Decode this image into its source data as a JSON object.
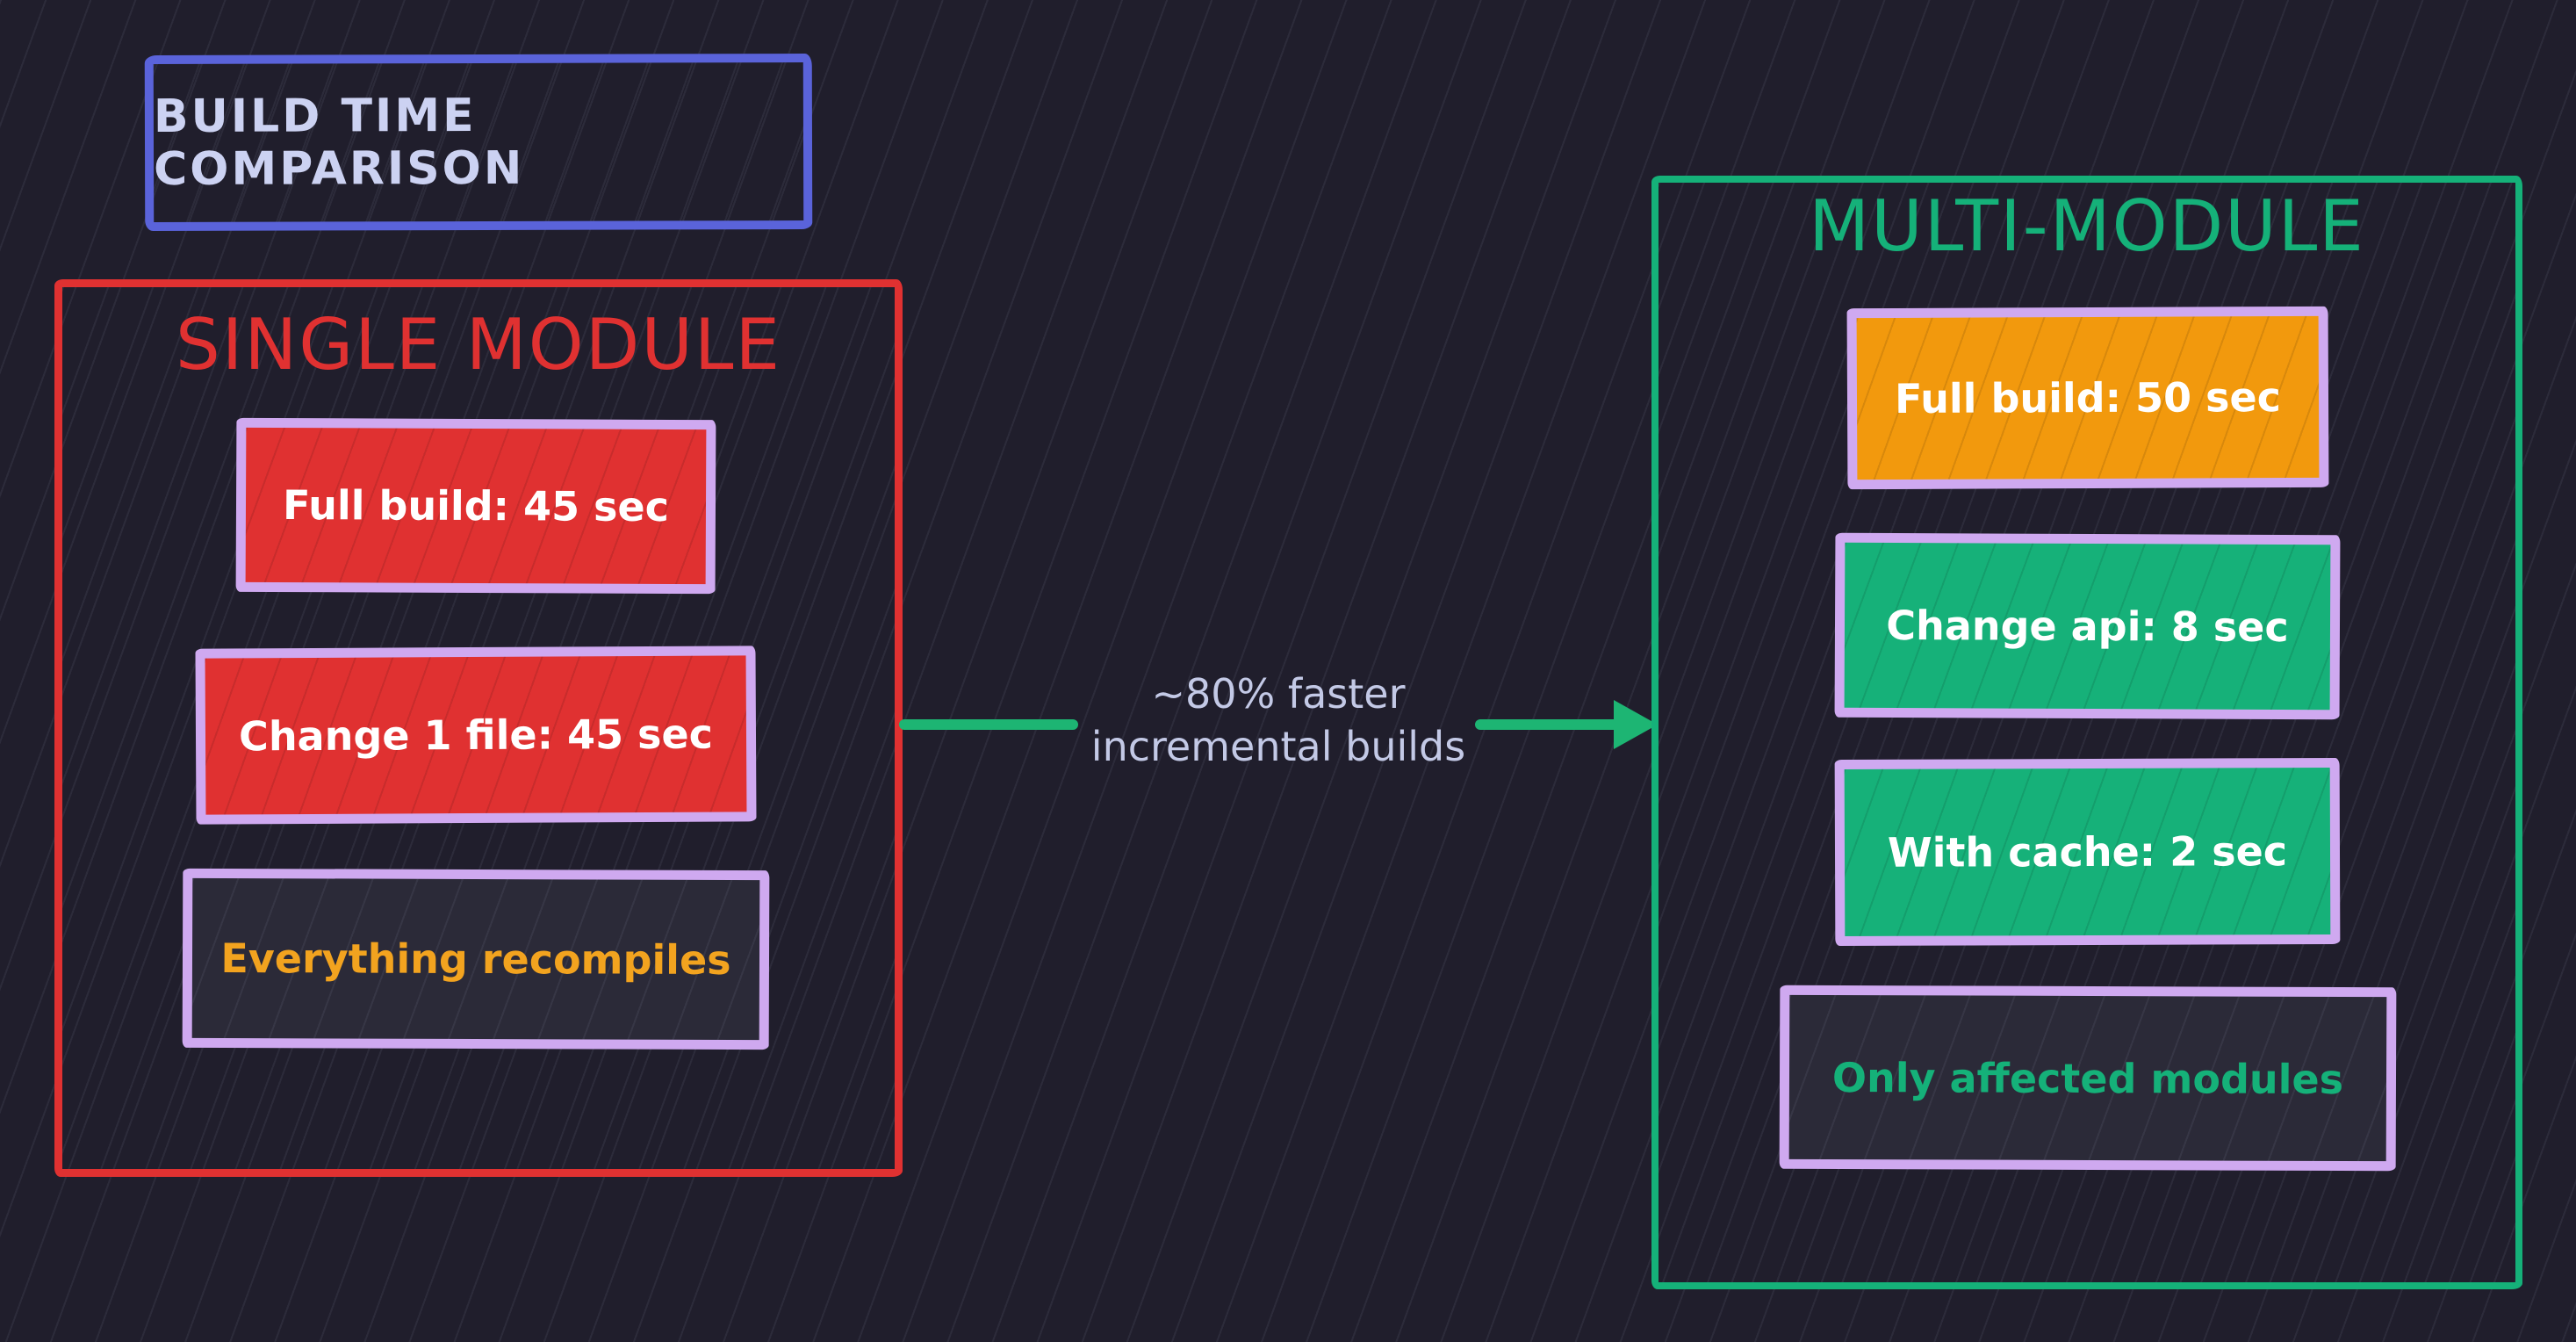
{
  "canvas": {
    "background_color": "#201e2c",
    "style": "hand-drawn sketch diagram with diagonal hatch texture"
  },
  "title": {
    "label": "BUILD TIME COMPARISON",
    "border_color": "#5a63da",
    "text_color": "#ccd2f2"
  },
  "single_module": {
    "heading": "SINGLE MODULE",
    "accent_color": "#e03131",
    "box_border_color": "#cfa9f0",
    "boxes": [
      {
        "label": "Full build: 45 sec",
        "fill": "#e03131",
        "text_color": "#ffffff"
      },
      {
        "label": "Change 1 file: 45 sec",
        "fill": "#e03131",
        "text_color": "#ffffff"
      },
      {
        "label": "Everything recompiles",
        "fill": "#2b2a38",
        "text_color": "#f2a31f"
      }
    ]
  },
  "multi_module": {
    "heading": "MULTI-MODULE",
    "accent_color": "#15b179",
    "box_border_color": "#cfa9f0",
    "boxes": [
      {
        "label": "Full build: 50 sec",
        "fill": "#f2990d",
        "text_color": "#ffffff"
      },
      {
        "label": "Change api: 8 sec",
        "fill": "#16b179",
        "text_color": "#ffffff"
      },
      {
        "label": "With cache: 2 sec",
        "fill": "#16b179",
        "text_color": "#ffffff"
      },
      {
        "label": "Only affected modules",
        "fill": "#2b2a38",
        "text_color": "#15b179"
      }
    ]
  },
  "arrow": {
    "label_line1": "~80% faster",
    "label_line2": "incremental builds",
    "color": "#1db573",
    "text_color": "#c3c9e6",
    "direction": "left-to-right"
  }
}
